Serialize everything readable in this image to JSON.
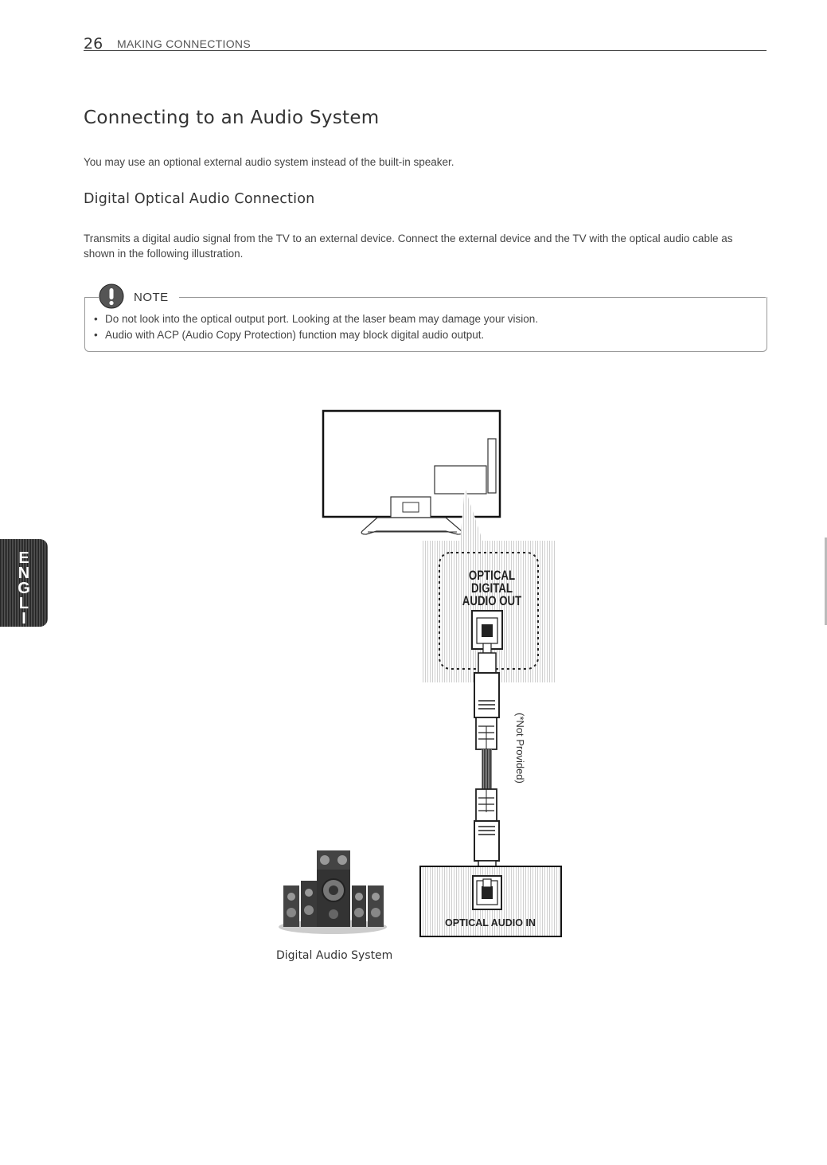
{
  "header": {
    "page_number": "26",
    "section": "MAKING CONNECTIONS"
  },
  "title": "Connecting to an Audio System",
  "intro": "You may use an optional external audio system instead of the built-in speaker.",
  "subtitle": "Digital Optical Audio Connection",
  "body": "Transmits a digital audio signal from the TV to an external device. Connect the external device and the TV with the optical audio cable as shown in the following illustration.",
  "note": {
    "label": "NOTE",
    "items": [
      "Do not look into the optical output port. Looking at the laser beam may damage your vision.",
      "Audio with ACP (Audio Copy Protection) function may block digital audio output."
    ]
  },
  "diagram": {
    "port_label_line1": "OPTICAL",
    "port_label_line2": "DIGITAL",
    "port_label_line3": "AUDIO OUT",
    "cable_note": "(*Not Provided)",
    "input_label": "OPTICAL AUDIO IN",
    "device_label": "Digital Audio System"
  },
  "language_tab": "ENGLISH"
}
